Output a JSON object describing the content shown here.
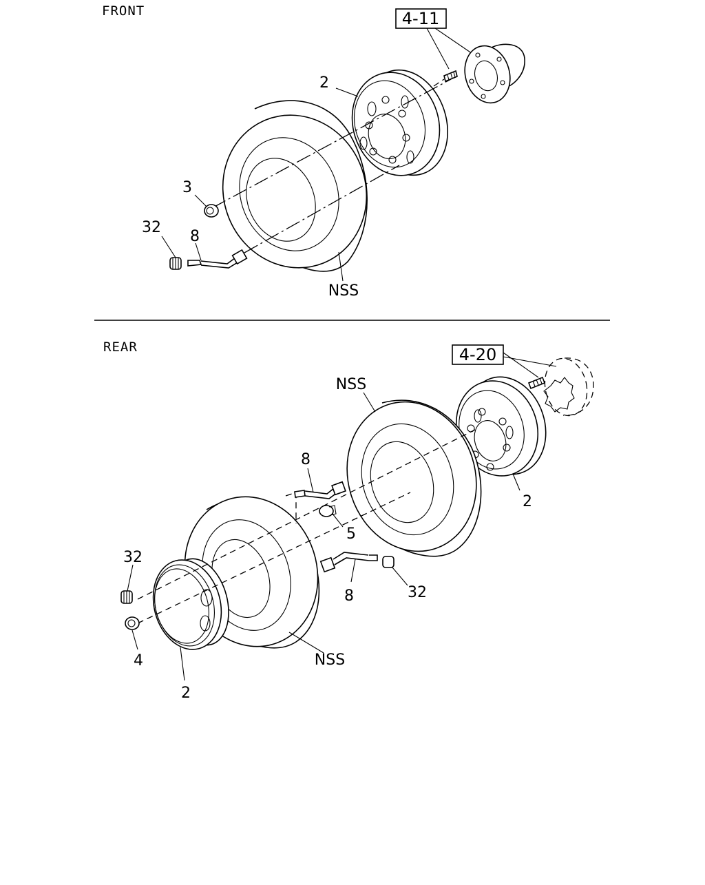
{
  "diagram": {
    "sections": [
      {
        "id": "front",
        "title": "FRONT",
        "reference": "4-11",
        "callouts": [
          "2",
          "3",
          "32",
          "8",
          "NSS"
        ]
      },
      {
        "id": "rear",
        "title": "REAR",
        "reference": "4-20",
        "callouts": [
          "NSS",
          "8",
          "2",
          "5",
          "32",
          "32",
          "8",
          "4",
          "2",
          "NSS"
        ]
      }
    ]
  }
}
